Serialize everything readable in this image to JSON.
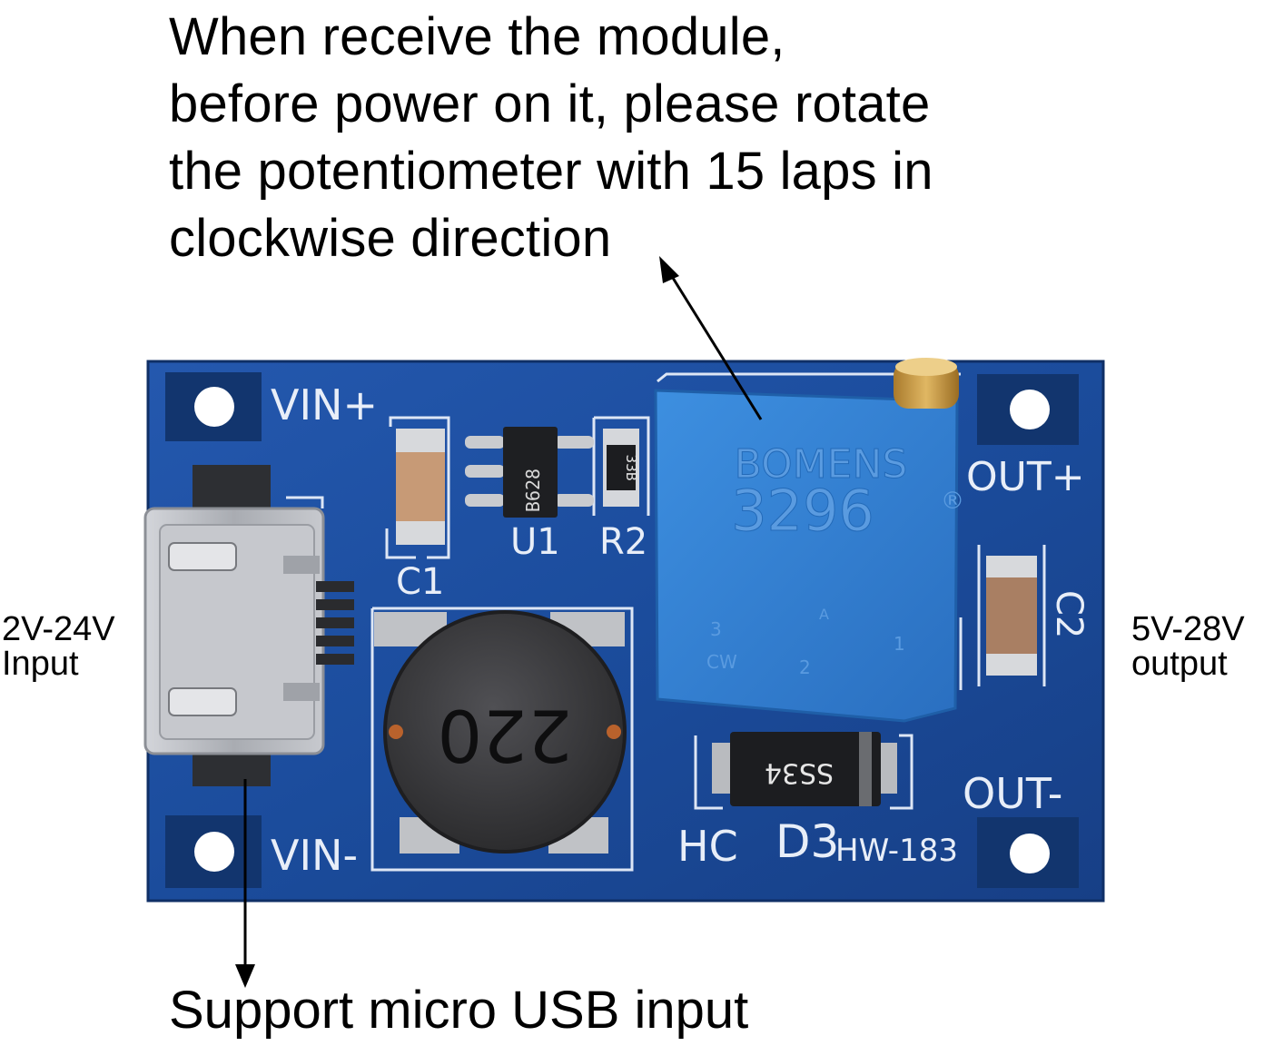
{
  "caption_top": {
    "line1": "When receive the module,",
    "line2": "before power on it, please rotate",
    "line3": "the potentiometer with 15 laps in",
    "line4": "clockwise direction"
  },
  "caption_bottom": "Support micro USB input",
  "input_label": {
    "line1": "2V-24V",
    "line2": "Input"
  },
  "output_label": {
    "line1": "5V-28V",
    "line2": "output"
  },
  "silkscreen": {
    "vin_plus": "VIN+",
    "vin_minus": "VIN-",
    "out_plus": "OUT+",
    "out_minus": "OUT-",
    "c1": "C1",
    "c2": "C2",
    "u1": "U1",
    "r2": "R2",
    "hc": "HC",
    "d3": "D3",
    "model": "HW-183"
  },
  "component_markings": {
    "ic": "B628",
    "resistor": "33B",
    "inductor": "220",
    "diode": "SS34",
    "pot_brand": "BOMENS",
    "pot_model": "3296",
    "pot_registered": "®",
    "pot_cw": "CW",
    "pin1": "1",
    "pin2": "2",
    "pin3": "3",
    "pot_small": "A"
  },
  "colors": {
    "pcb": "#1d4fa0",
    "pcb_dark": "#123a80",
    "pot_body": "#2f7fd0",
    "inductor": "#3a3a3c",
    "usb": "#b9bcc2"
  }
}
